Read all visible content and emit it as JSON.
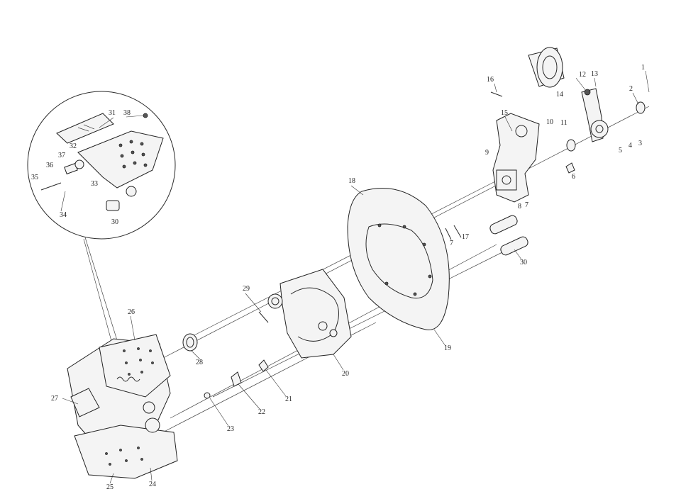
{
  "diagram": {
    "callouts": [
      {
        "id": "c1",
        "label": "1"
      },
      {
        "id": "c2",
        "label": "2"
      },
      {
        "id": "c3",
        "label": "3"
      },
      {
        "id": "c4",
        "label": "4"
      },
      {
        "id": "c5",
        "label": "5"
      },
      {
        "id": "c6",
        "label": "6"
      },
      {
        "id": "c7a",
        "label": "7"
      },
      {
        "id": "c7b",
        "label": "7"
      },
      {
        "id": "c8",
        "label": "8"
      },
      {
        "id": "c9",
        "label": "9"
      },
      {
        "id": "c10",
        "label": "10"
      },
      {
        "id": "c11",
        "label": "11"
      },
      {
        "id": "c12",
        "label": "12"
      },
      {
        "id": "c13",
        "label": "13"
      },
      {
        "id": "c14",
        "label": "14"
      },
      {
        "id": "c15",
        "label": "15"
      },
      {
        "id": "c16",
        "label": "16"
      },
      {
        "id": "c17",
        "label": "17"
      },
      {
        "id": "c18",
        "label": "18"
      },
      {
        "id": "c19",
        "label": "19"
      },
      {
        "id": "c20",
        "label": "20"
      },
      {
        "id": "c21",
        "label": "21"
      },
      {
        "id": "c22",
        "label": "22"
      },
      {
        "id": "c23",
        "label": "23"
      },
      {
        "id": "c24",
        "label": "24"
      },
      {
        "id": "c25",
        "label": "25"
      },
      {
        "id": "c26",
        "label": "26"
      },
      {
        "id": "c27",
        "label": "27"
      },
      {
        "id": "c28",
        "label": "28"
      },
      {
        "id": "c29",
        "label": "29"
      },
      {
        "id": "c30",
        "label": "30"
      },
      {
        "id": "c30b",
        "label": "30"
      },
      {
        "id": "c31",
        "label": "31"
      },
      {
        "id": "c32",
        "label": "32"
      },
      {
        "id": "c33",
        "label": "33"
      },
      {
        "id": "c34",
        "label": "34"
      },
      {
        "id": "c35",
        "label": "35"
      },
      {
        "id": "c36",
        "label": "36"
      },
      {
        "id": "c37",
        "label": "37"
      },
      {
        "id": "c38",
        "label": "38"
      }
    ]
  }
}
